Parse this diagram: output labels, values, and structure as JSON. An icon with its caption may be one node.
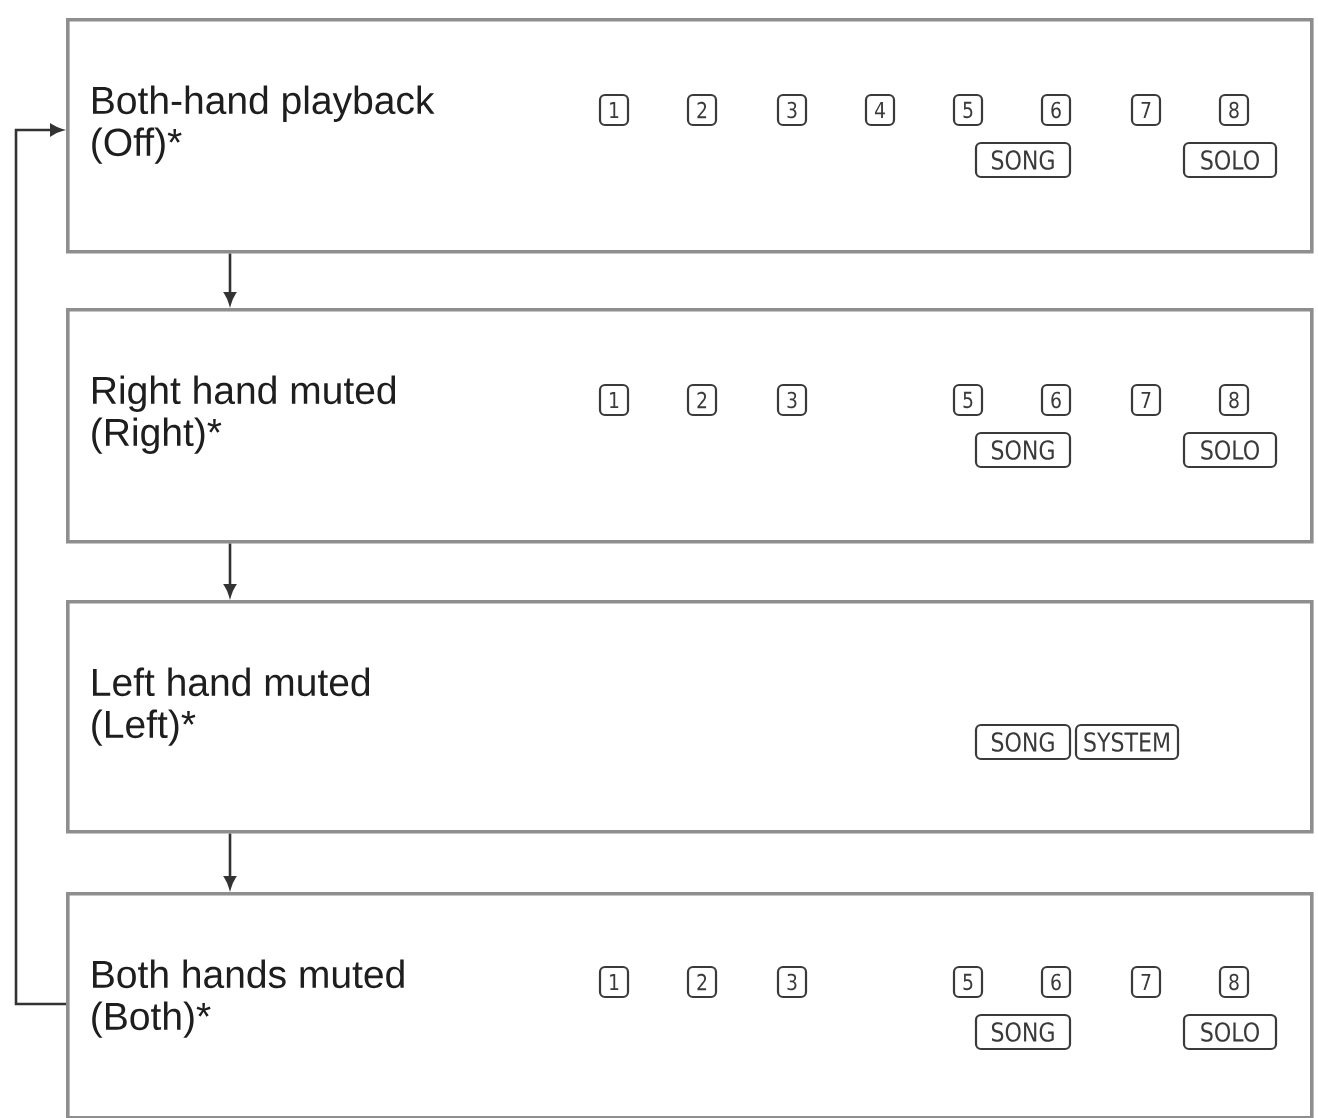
{
  "diagram": {
    "nodes": [
      {
        "text": [
          "Both-hand playback (Off)*"
        ]
      },
      {
        "text": [
          "1"
        ],
        "in": 0
      },
      {
        "text": [
          "2"
        ],
        "in": 0
      },
      {
        "text": [
          "3"
        ],
        "in": 0
      },
      {
        "text": [
          "4"
        ],
        "in": 0
      },
      {
        "text": [
          "5"
        ],
        "in": 0
      },
      {
        "text": [
          "6"
        ],
        "in": 0
      },
      {
        "text": [
          "7"
        ],
        "in": 0
      },
      {
        "text": [
          "8"
        ],
        "in": 0
      },
      {
        "text": [
          "SONG"
        ],
        "in": 0
      },
      {
        "text": [
          "SOLO"
        ],
        "in": 0
      },
      {
        "text": [
          "Right hand muted (Right)*"
        ]
      },
      {
        "text": [
          "1"
        ],
        "in": 11
      },
      {
        "text": [
          "2"
        ],
        "in": 11
      },
      {
        "text": [
          "3"
        ],
        "in": 11
      },
      {
        "text": [
          "5"
        ],
        "in": 11
      },
      {
        "text": [
          "6"
        ],
        "in": 11
      },
      {
        "text": [
          "7"
        ],
        "in": 11
      },
      {
        "text": [
          "8"
        ],
        "in": 11
      },
      {
        "text": [
          "SONG"
        ],
        "in": 11
      },
      {
        "text": [
          "SOLO"
        ],
        "in": 11
      },
      {
        "text": [
          "Left hand muted (Left)*"
        ]
      },
      {
        "text": [
          "SONG"
        ],
        "in": 21
      },
      {
        "text": [
          "SYSTEM"
        ],
        "in": 21
      },
      {
        "text": [
          "Both hands muted (Both)*"
        ]
      },
      {
        "text": [
          "1"
        ],
        "in": 24
      },
      {
        "text": [
          "2"
        ],
        "in": 24
      },
      {
        "text": [
          "3"
        ],
        "in": 24
      },
      {
        "text": [
          "5"
        ],
        "in": 24
      },
      {
        "text": [
          "6"
        ],
        "in": 24
      },
      {
        "text": [
          "7"
        ],
        "in": 24
      },
      {
        "text": [
          "8"
        ],
        "in": 24
      },
      {
        "text": [
          "SONG"
        ],
        "in": 24
      },
      {
        "text": [
          "SOLO"
        ],
        "in": 24
      }
    ],
    "edges": [
      {
        "from": 0,
        "to": 11,
        "arrow": "to"
      },
      {
        "from": 11,
        "to": 21,
        "arrow": "to"
      },
      {
        "from": 21,
        "to": 24,
        "arrow": "to"
      },
      {
        "from": 24,
        "to": 0,
        "arrow": "to"
      }
    ]
  }
}
